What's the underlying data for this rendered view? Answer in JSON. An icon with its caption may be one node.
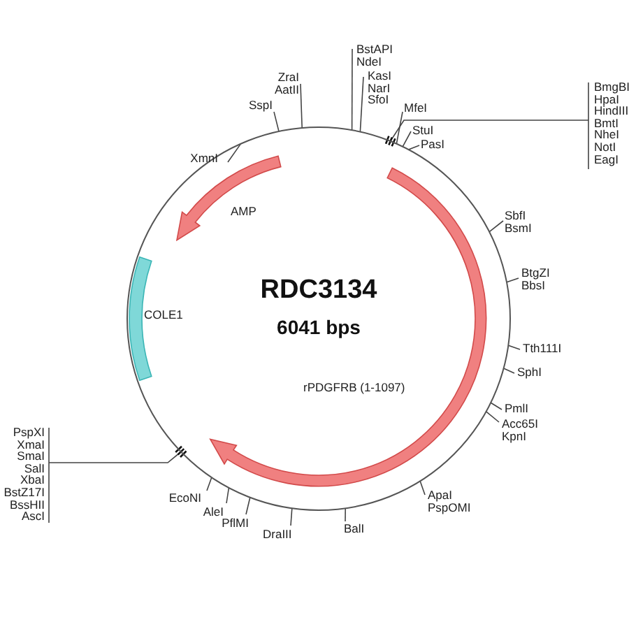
{
  "diagram": {
    "nodes": [
      {
        "text": [
          "RDC3134",
          "6041 bps"
        ]
      },
      {
        "text": [
          "AMP"
        ],
        "in": 0
      },
      {
        "text": [
          "COLE1"
        ],
        "in": 0
      },
      {
        "text": [
          "rPDGFRB (1-1097)"
        ],
        "in": 0
      },
      {
        "text": [
          "XmnI"
        ]
      },
      {
        "text": [
          "SspI"
        ]
      },
      {
        "text": [
          "ZraI",
          "AatII"
        ]
      },
      {
        "text": [
          "BstAPI",
          "NdeI"
        ]
      },
      {
        "text": [
          "KasI",
          "NarI",
          "SfoI"
        ]
      },
      {
        "text": [
          "MfeI"
        ]
      },
      {
        "text": [
          "StuI"
        ]
      },
      {
        "text": [
          "PasI"
        ]
      },
      {
        "text": [
          "BmgBI",
          "HpaI",
          "HindIII",
          "BmtI",
          "NheI",
          "NotI",
          "EagI"
        ]
      },
      {
        "text": [
          "SbfI",
          "BsmI"
        ]
      },
      {
        "text": [
          "BtgZI",
          "BbsI"
        ]
      },
      {
        "text": [
          "Tth111I"
        ]
      },
      {
        "text": [
          "SphI"
        ]
      },
      {
        "text": [
          "PmlI"
        ]
      },
      {
        "text": [
          "Acc65I",
          "KpnI"
        ]
      },
      {
        "text": [
          "ApaI",
          "PspOMI"
        ]
      },
      {
        "text": [
          "BalI"
        ]
      },
      {
        "text": [
          "DraIII"
        ]
      },
      {
        "text": [
          "PflMI"
        ]
      },
      {
        "text": [
          "AleI"
        ]
      },
      {
        "text": [
          "EcoNI"
        ]
      },
      {
        "text": [
          "PspXI",
          "XmaI",
          "SmaI",
          "SalI",
          "XbaI",
          "BstZ17I",
          "BssHII",
          "AscI"
        ]
      }
    ],
    "edges": [
      {
        "from": 4,
        "to": 0,
        "arrow": "none"
      },
      {
        "from": 5,
        "to": 0,
        "arrow": "none"
      },
      {
        "from": 6,
        "to": 0,
        "arrow": "none"
      },
      {
        "from": 7,
        "to": 0,
        "arrow": "none"
      },
      {
        "from": 8,
        "to": 0,
        "arrow": "none"
      },
      {
        "from": 9,
        "to": 0,
        "arrow": "none"
      },
      {
        "from": 10,
        "to": 0,
        "arrow": "none"
      },
      {
        "from": 11,
        "to": 0,
        "arrow": "none"
      },
      {
        "from": 12,
        "to": 0,
        "arrow": "none"
      },
      {
        "from": 13,
        "to": 0,
        "arrow": "none"
      },
      {
        "from": 14,
        "to": 0,
        "arrow": "none"
      },
      {
        "from": 15,
        "to": 0,
        "arrow": "none"
      },
      {
        "from": 16,
        "to": 0,
        "arrow": "none"
      },
      {
        "from": 17,
        "to": 0,
        "arrow": "none"
      },
      {
        "from": 18,
        "to": 0,
        "arrow": "none"
      },
      {
        "from": 19,
        "to": 0,
        "arrow": "none"
      },
      {
        "from": 20,
        "to": 0,
        "arrow": "none"
      },
      {
        "from": 21,
        "to": 0,
        "arrow": "none"
      },
      {
        "from": 22,
        "to": 0,
        "arrow": "none"
      },
      {
        "from": 23,
        "to": 0,
        "arrow": "none"
      },
      {
        "from": 24,
        "to": 0,
        "arrow": "none"
      },
      {
        "from": 25,
        "to": 0,
        "arrow": "none"
      }
    ]
  }
}
